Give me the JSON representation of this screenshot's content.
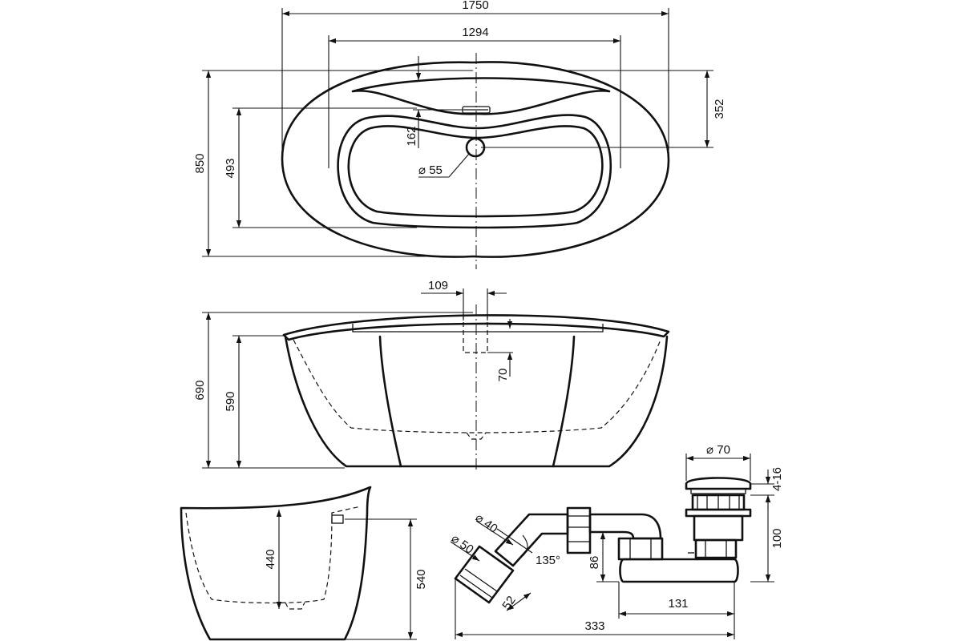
{
  "dimensions": {
    "top_length": "1750",
    "top_inner_length": "1294",
    "top_width": "850",
    "top_inner_width": "493",
    "top_offset": "352",
    "top_overflow": "162",
    "top_drain": "⌀ 55",
    "front_overflow_width": "109",
    "front_overflow_drop": "70",
    "front_height": "690",
    "front_depth": "590",
    "side_depth": "440",
    "side_height": "540",
    "drain_cap_dia": "⌀ 70",
    "drain_cap_range": "4-16",
    "drain_body_height": "100",
    "drain_pipe_height": "86",
    "drain_pipe_length": "131",
    "drain_total_length": "333",
    "outlet_dia_inner": "⌀ 40",
    "outlet_dia_outer": "⌀ 50",
    "outlet_angle": "135°",
    "outlet_length": "52"
  },
  "icons": [
    "arrowhead"
  ]
}
